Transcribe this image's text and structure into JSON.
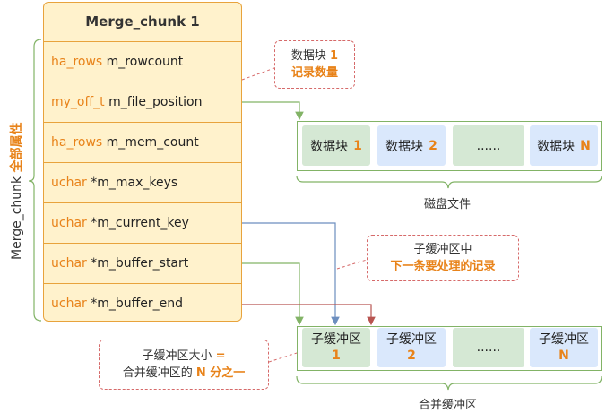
{
  "struct": {
    "title": "Merge_chunk 1",
    "fields": [
      {
        "type": "ha_rows",
        "name": " m_rowcount"
      },
      {
        "type": "my_off_t",
        "name": " m_file_position"
      },
      {
        "type": "ha_rows",
        "name": " m_mem_count"
      },
      {
        "type": "uchar",
        "name": " *m_max_keys"
      },
      {
        "type": "uchar",
        "name": " *m_current_key"
      },
      {
        "type": "uchar",
        "name": " *m_buffer_start"
      },
      {
        "type": "uchar",
        "name": " *m_buffer_end"
      }
    ]
  },
  "side_label": {
    "prefix": "Merge_chunk ",
    "accent": "全部属性"
  },
  "note_rowcount": {
    "text": "数据块 ",
    "num": "1",
    "line2": "记录数量"
  },
  "disk": {
    "caption": "磁盘文件",
    "cells": [
      {
        "label": "数据块",
        "num": "1"
      },
      {
        "label": "数据块",
        "num": "2"
      },
      {
        "label": "......",
        "num": ""
      },
      {
        "label": "数据块",
        "num": "N"
      }
    ]
  },
  "note_current": {
    "line1": "子缓冲区中",
    "line2": "下一条要处理的记录"
  },
  "merge_buffer": {
    "caption": "合并缓冲区",
    "cells": [
      {
        "label": "子缓冲区",
        "num": "1"
      },
      {
        "label": "子缓冲区",
        "num": "2"
      },
      {
        "label": "......",
        "num": ""
      },
      {
        "label": "子缓冲区",
        "num": "N"
      }
    ]
  },
  "note_size": {
    "l1a": "子缓冲区大小 ",
    "l1b": "=",
    "l2a": "合并缓冲区的 ",
    "l2b": "N 分之一"
  },
  "colors": {
    "orange": "#e8831a",
    "green_fill": "#d5e8d4",
    "blue_fill": "#dae8fc",
    "struct_fill": "#fff2cc",
    "red_dash": "#d66a6a",
    "green_line": "#82b366",
    "blue_line": "#6c8ebf",
    "red_line": "#b85450"
  }
}
